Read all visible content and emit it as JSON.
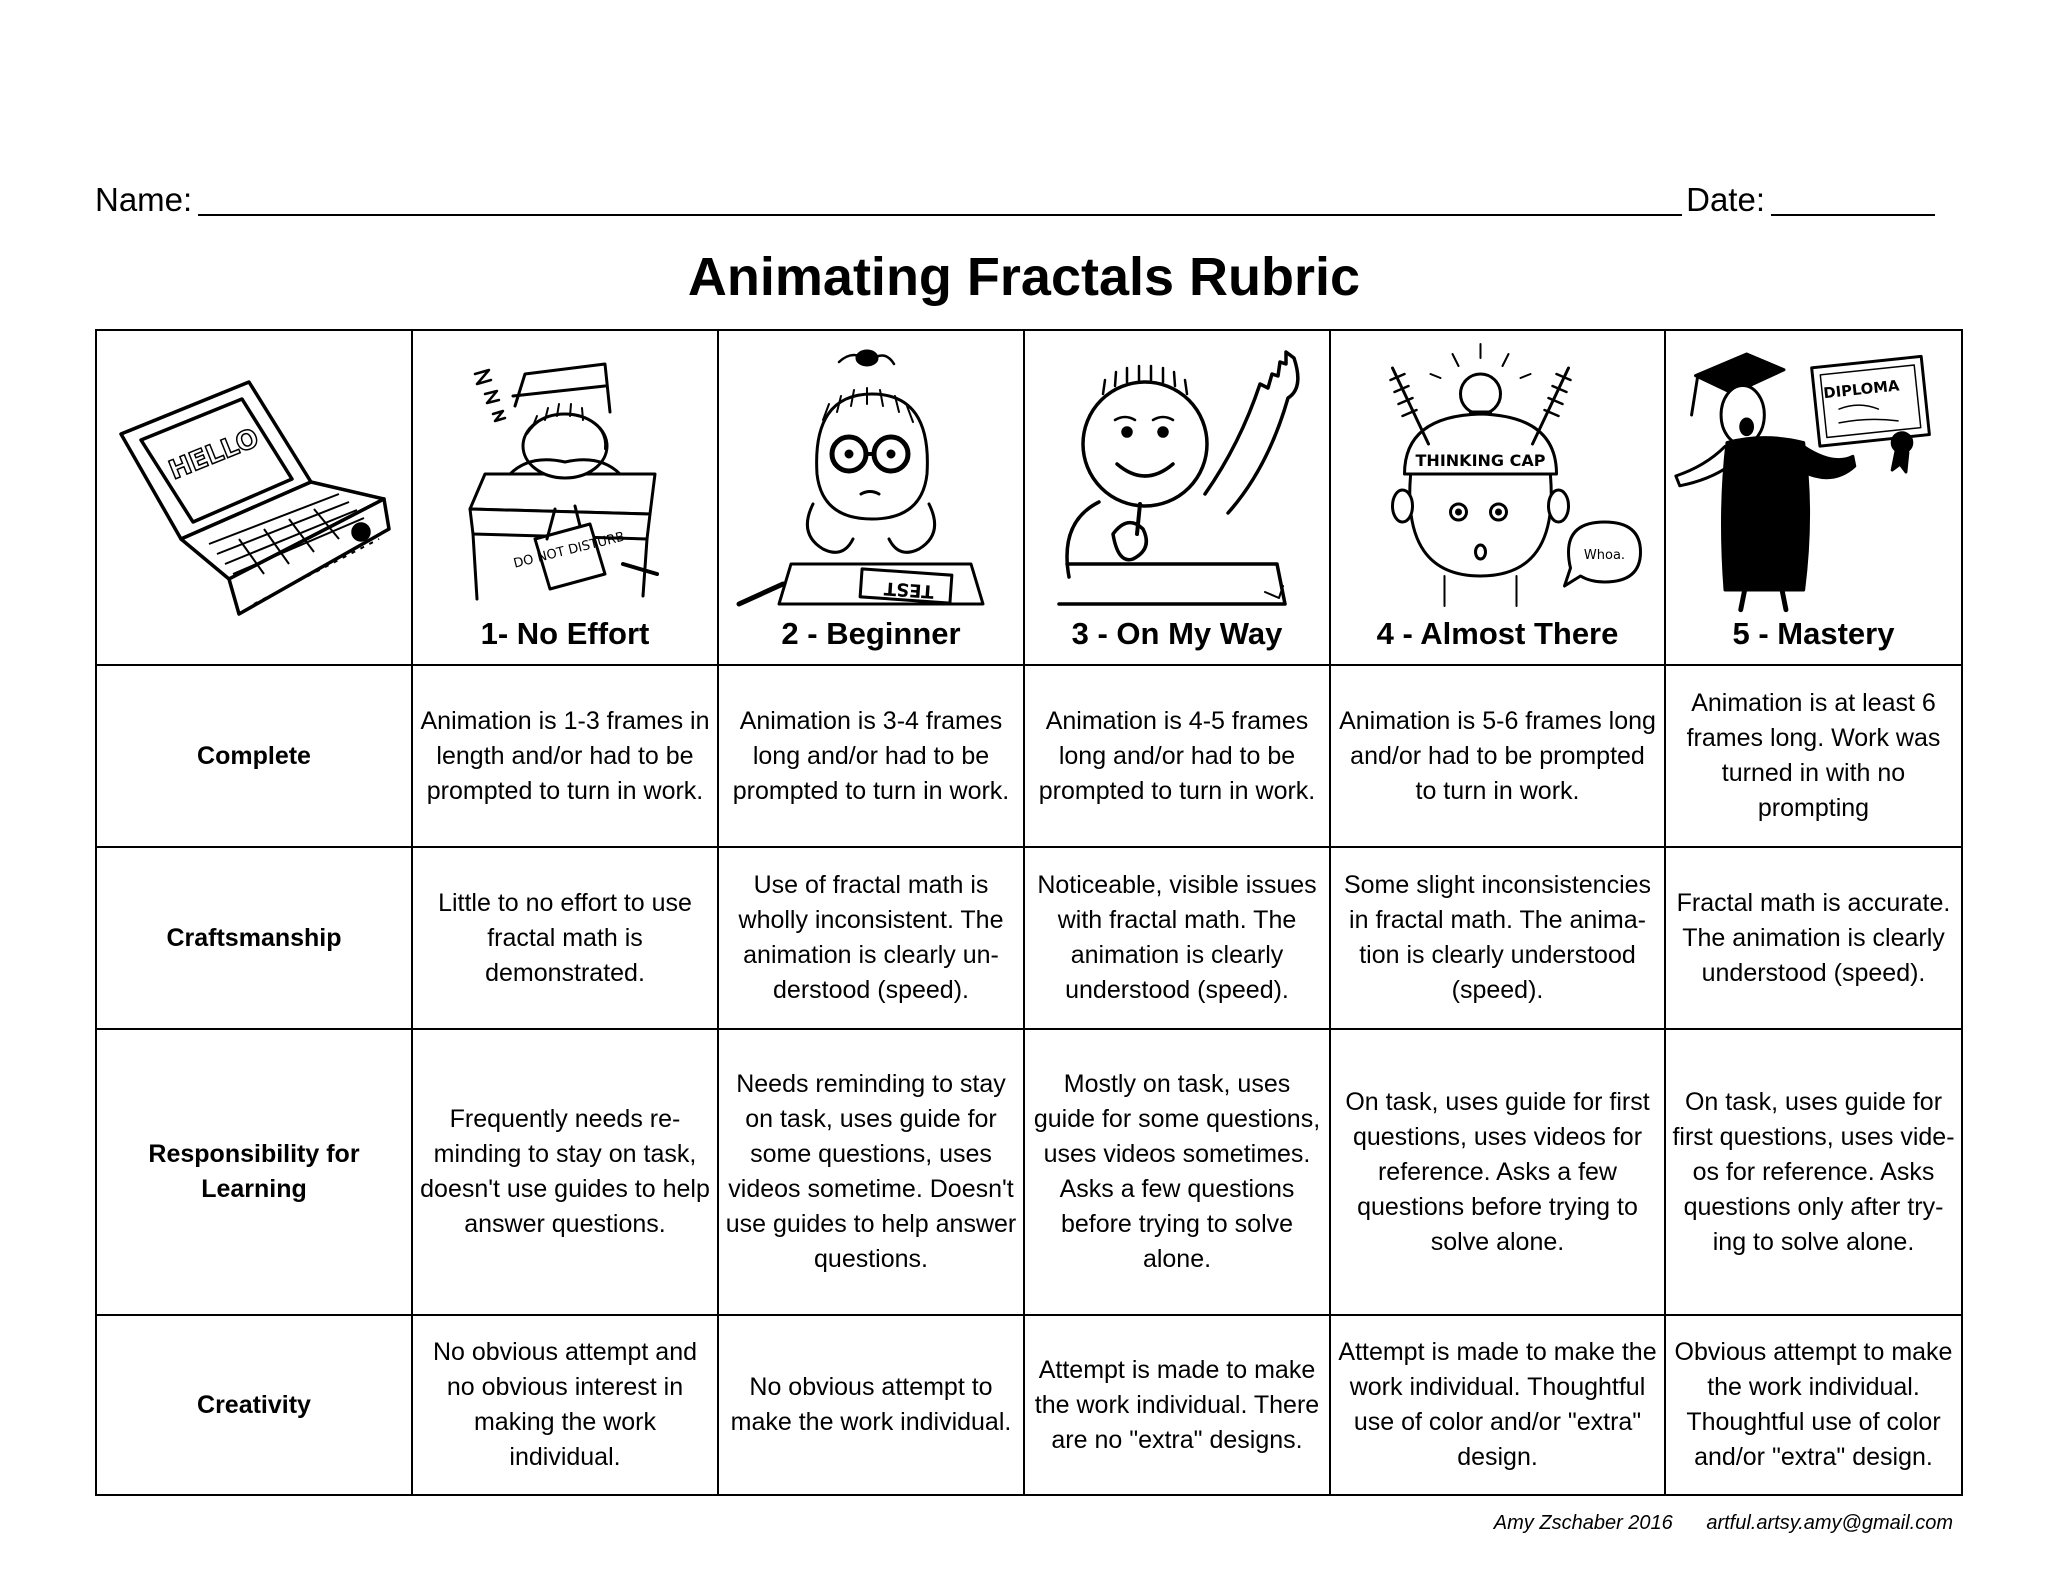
{
  "header": {
    "name_label": "Name:",
    "date_label": "Date:"
  },
  "title": "Animating Fractals Rubric",
  "laptop_screen_text": "HELLO",
  "levels": [
    {
      "label": "1- No Effort",
      "illustration": "sleeping-student-icon",
      "sign_text": "DO NOT DISTURB"
    },
    {
      "label": "2 - Beginner",
      "illustration": "worried-student-icon",
      "sign_text": "TEST"
    },
    {
      "label": "3 - On My Way",
      "illustration": "hand-raising-student-icon"
    },
    {
      "label": "4 - Almost There",
      "illustration": "thinking-cap-student-icon",
      "cap_text": "THINKING CAP",
      "bubble_text": "Whoa."
    },
    {
      "label": "5 - Mastery",
      "illustration": "graduate-icon",
      "diploma_text": "DIPLOMA"
    }
  ],
  "criteria": [
    {
      "name": "Complete",
      "cells": [
        "Animation is 1-3 frames in length and/or had to be prompted to turn in work.",
        "Animation is 3-4 frames long and/or had to be prompted to turn in work.",
        "Animation is 4-5 frames long and/or had to be prompted to turn in work.",
        "Animation is 5-6 frames long and/or had to be prompted to turn in work.",
        "Animation is at least 6 frames long. Work was turned in with no prompting"
      ]
    },
    {
      "name": "Craftsmanship",
      "cells": [
        "Little to no effort to use fractal math is demonstrated.",
        "Use of fractal math is wholly inconsistent. The animation is clearly un-derstood (speed).",
        "Noticeable, visible issues with fractal math. The animation is clearly understood (speed).",
        "Some slight inconsistencies in fractal math. The anima-tion is clearly understood (speed).",
        "Fractal math is accurate. The animation is clearly understood (speed)."
      ]
    },
    {
      "name": "Responsibility for Learning",
      "cells": [
        "Frequently needs re-minding to stay on task, doesn't use guides to help answer questions.",
        "Needs reminding to stay on task, uses guide for some questions, uses videos sometime. Doesn't use guides to help answer questions.",
        "Mostly on task, uses guide for some questions, uses videos sometimes. Asks a few questions before trying to solve alone.",
        "On task, uses guide for first questions, uses videos for reference. Asks a few questions before trying to solve alone.",
        "On task, uses guide for first questions, uses vide-os for reference. Asks questions only after try-ing to solve alone."
      ]
    },
    {
      "name": "Creativity",
      "cells": [
        "No obvious attempt and no obvious interest in making the work individual.",
        "No obvious attempt to make the work individual.",
        "Attempt is made to make the work individual. There are no \"extra\" designs.",
        "Attempt is made to make the work individual. Thoughtful use of color and/or \"extra\" design.",
        "Obvious attempt to make the work individual. Thoughtful use of color and/or \"extra\" design."
      ]
    }
  ],
  "footer": {
    "author": "Amy Zschaber 2016",
    "email": "artful.artsy.amy@gmail.com"
  }
}
